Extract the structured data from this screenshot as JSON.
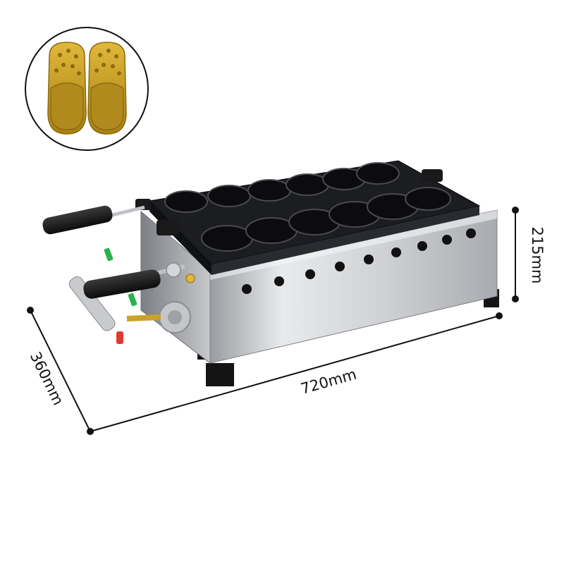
{
  "dimensions": {
    "width": "720mm",
    "depth": "360mm",
    "height": "215mm"
  },
  "colors": {
    "steel_light": "#e6e7e9",
    "steel_mid": "#b9bbbf",
    "steel_dark": "#8e9096",
    "cast_iron": "#1c1d21",
    "handle": "#151515",
    "gold": "#c9a227",
    "valve_green": "#2bb24c",
    "valve_red": "#e03a2e"
  },
  "icons": [
    "slipper-cake-icon",
    "waffle-machine-illustration"
  ]
}
